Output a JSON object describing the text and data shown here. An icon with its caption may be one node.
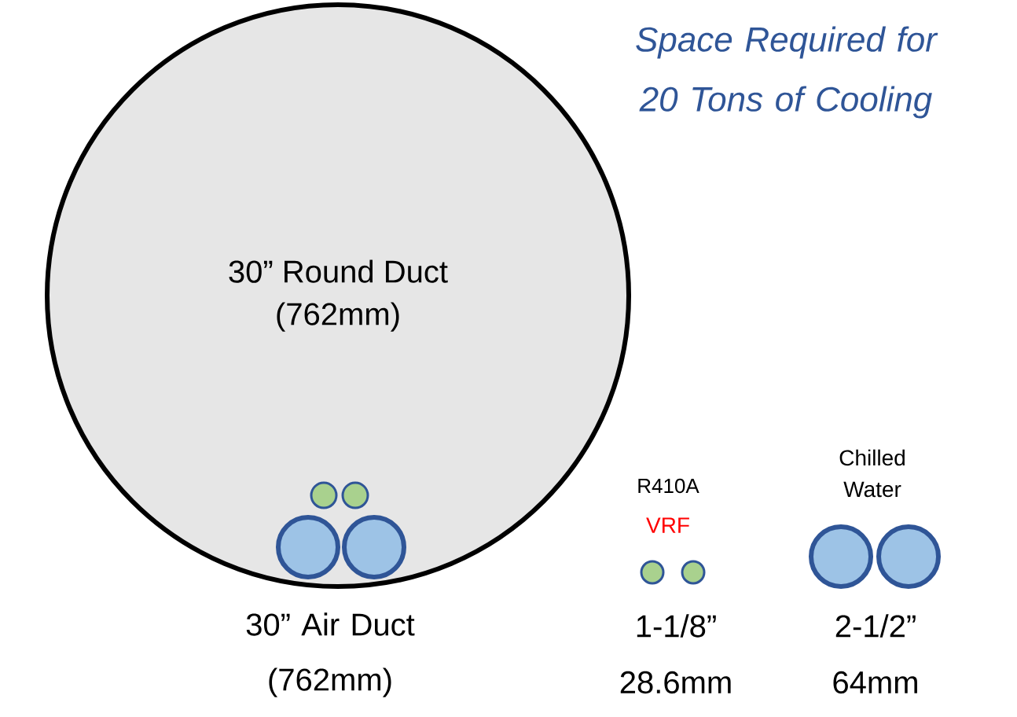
{
  "diagram": {
    "title": "Space Required for 20 Tons of Cooling",
    "nodes": [
      {
        "text": [
          "30” Round Duct (762mm)"
        ]
      },
      {
        "text": [],
        "shape": "circle",
        "in": 0
      },
      {
        "text": [],
        "shape": "circle",
        "in": 0
      },
      {
        "text": [],
        "shape": "circle",
        "in": 0
      },
      {
        "text": [],
        "shape": "circle",
        "in": 0
      },
      {
        "text": [],
        "shape": "circle"
      },
      {
        "text": [],
        "shape": "circle"
      },
      {
        "text": [],
        "shape": "circle"
      },
      {
        "text": [],
        "shape": "circle"
      }
    ],
    "labels": [
      "R410A",
      "VRF",
      "Chilled Water",
      "30” Air Duct",
      "(762mm)",
      "1-1/8”",
      "28.6mm",
      "2-1/2”",
      "64mm"
    ]
  }
}
